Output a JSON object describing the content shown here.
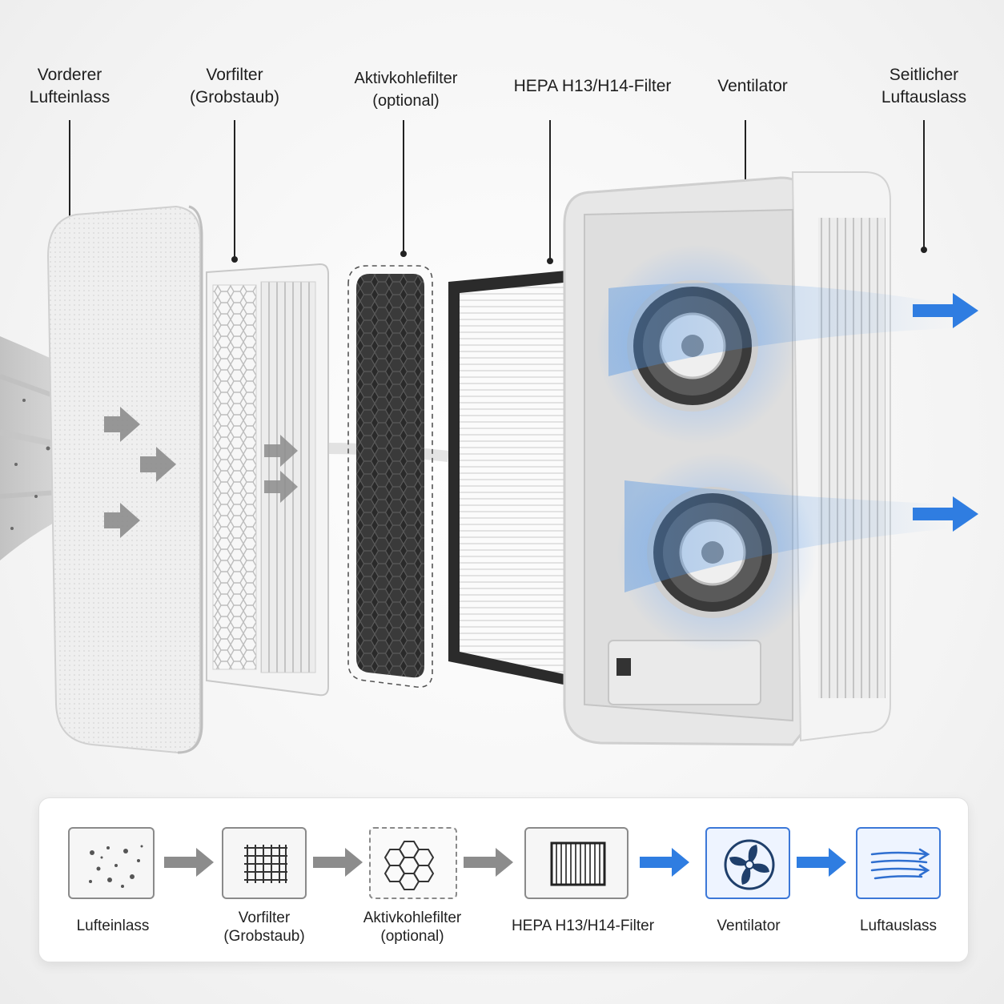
{
  "callouts": {
    "front_inlet": [
      "Vorderer",
      "Lufteinlass"
    ],
    "prefilter": [
      "Vorfilter",
      "(Grobstaub)"
    ],
    "carbon": [
      "Aktivkohlefilter",
      "(optional)"
    ],
    "hepa": "HEPA H13/H14-Filter",
    "fan": "Ventilator",
    "side_outlet": [
      "Seitlicher",
      "Luftauslass"
    ]
  },
  "flow_steps": [
    {
      "lines": [
        "Lufteinlass"
      ],
      "icon": "particles-icon"
    },
    {
      "lines": [
        "Vorfilter",
        "(Grobstaub)"
      ],
      "icon": "grid-mesh-icon"
    },
    {
      "lines": [
        "Aktivkohlefilter",
        "(optional)"
      ],
      "icon": "honeycomb-icon"
    },
    {
      "lines": [
        "HEPA H13/H14-Filter"
      ],
      "icon": "pleated-filter-icon"
    },
    {
      "lines": [
        "Ventilator"
      ],
      "icon": "fan-icon"
    },
    {
      "lines": [
        "Luftauslass"
      ],
      "icon": "airflow-lines-icon"
    }
  ],
  "colors": {
    "arrow_gray": "#8c8c8c",
    "arrow_blue": "#2f7de1",
    "airflow_blue": "#4a90e2",
    "carbon_dark": "#2b2b2b",
    "frame_light": "#e9e9e9"
  }
}
